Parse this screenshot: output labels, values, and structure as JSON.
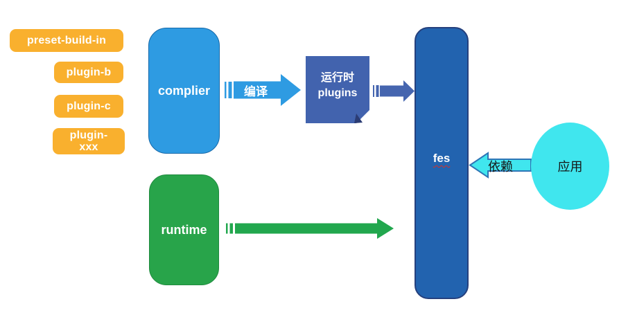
{
  "diagram": {
    "plugin_badges": [
      {
        "label": "preset-build-in"
      },
      {
        "label": "plugin-b"
      },
      {
        "label": "plugin-c"
      },
      {
        "line1": "plugin-",
        "line2": "xxx"
      }
    ],
    "complier": {
      "label": "complier"
    },
    "runtime": {
      "label": "runtime"
    },
    "runtime_plugins": {
      "line1": "运行时",
      "line2": "plugins"
    },
    "fes": {
      "label": "fes"
    },
    "app": {
      "label": "应用"
    },
    "arrows": {
      "compile": {
        "label": "编译"
      },
      "depends": {
        "label": "依赖"
      }
    }
  },
  "colors": {
    "badge_orange": "#F9B02E",
    "node_light_blue": "#2E9BE2",
    "plugins_indigo": "#4263AE",
    "plugins_fold_dark": "#2B3C74",
    "connector_indigo": "#4565AF",
    "fes_blue": "#2263AF",
    "fes_border": "#25407D",
    "runtime_green": "#28A44A",
    "green_arrow": "#22A74E",
    "app_cyan": "#40E6EE",
    "depends_border_blue": "#2E75B6",
    "spellcheck_red": "#D93025",
    "text_white": "#FFFFFF",
    "text_black": "#151515"
  }
}
